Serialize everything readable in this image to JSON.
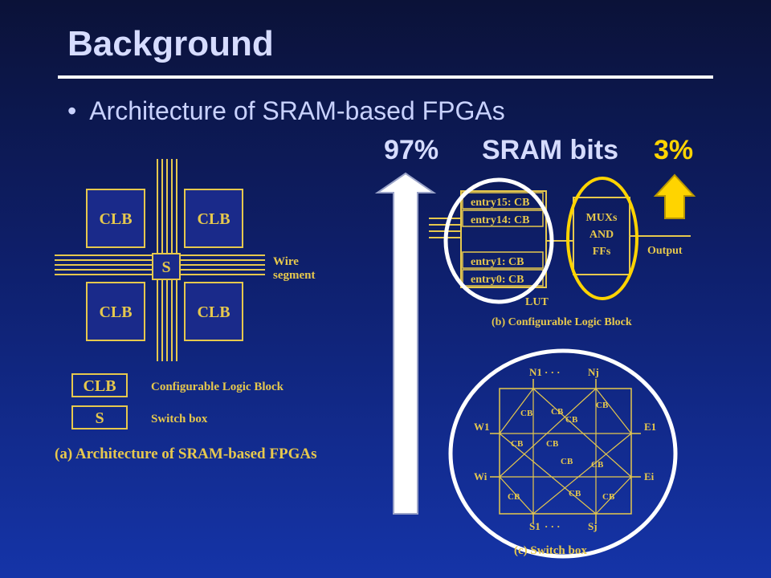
{
  "slide": {
    "title": "Background",
    "bullet": "Architecture of SRAM-based FPGAs",
    "sram_label": "SRAM bits",
    "percent_sram": "97%",
    "percent_other": "3%"
  },
  "diagram_a": {
    "clb_labels": [
      "CLB",
      "CLB",
      "CLB",
      "CLB"
    ],
    "switch_label": "S",
    "wire_label_line1": "Wire",
    "wire_label_line2": "segment",
    "legend_clb_box": "CLB",
    "legend_clb_desc": "Configurable Logic Block",
    "legend_s_box": "S",
    "legend_s_desc": "Switch box",
    "caption": "(a) Architecture of SRAM-based FPGAs"
  },
  "diagram_b": {
    "entries": [
      "entry15: CB",
      "entry14: CB",
      "entry1: CB",
      "entry0: CB"
    ],
    "mux_line1": "MUXs",
    "mux_line2": "AND",
    "mux_line3": "FFs",
    "output_label": "Output",
    "lut_label": "LUT",
    "caption": "(b) Configurable Logic Block"
  },
  "diagram_c": {
    "n1": "N1",
    "nj": "Nj",
    "w1": "W1",
    "wi": "Wi",
    "e1": "E1",
    "ei": "Ei",
    "s1": "S1",
    "sj": "Sj",
    "cb": "CB",
    "caption": "(c) Switch box"
  },
  "colors": {
    "gold": "#e6c84d",
    "yellow": "#ffd400",
    "ellipse": "#ffffff"
  }
}
